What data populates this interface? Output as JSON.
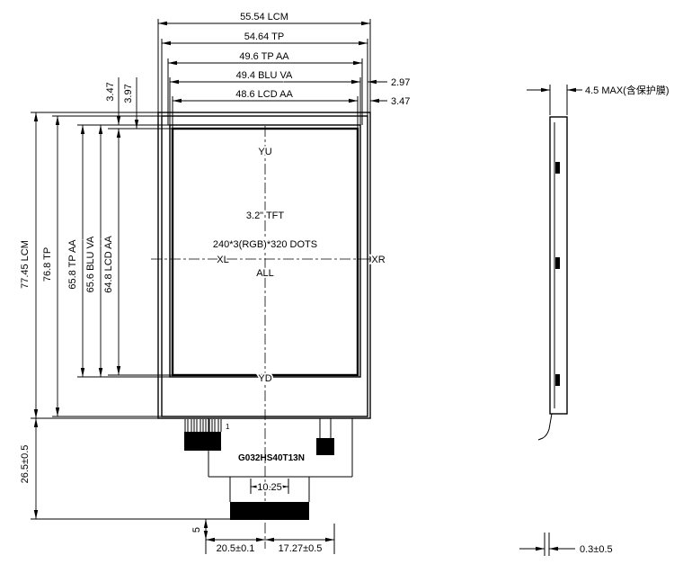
{
  "title": "3.2 inch TFT LCD module outline drawing",
  "front": {
    "top_dims": [
      "55.54 LCM",
      "54.64 TP",
      "49.6 TP AA",
      "49.4 BLU VA",
      "48.6 LCD AA"
    ],
    "right_offsets": [
      "2.97",
      "3.47"
    ],
    "top_left_offsets": [
      "3.47",
      "3.97"
    ],
    "left_dims": [
      "77.45 LCM",
      "76.8 TP",
      "65.8 TP AA",
      "65.6 BLU VA",
      "64.8 LCD AA"
    ],
    "fpc_height_dim": "26.5±0.5",
    "screen": {
      "electrode_top": "YU",
      "electrode_left": "XL",
      "electrode_right": "XR",
      "electrode_bottom": "YD",
      "size_label": "3.2\" TFT",
      "resolution_label": "240*3(RGB)*320 DOTS",
      "all_label": "ALL"
    },
    "part_number": "G032HS40T13N",
    "pin_one_label": "1",
    "bottom_dims": {
      "inner_width": "10.25",
      "connector_width": "20.5±0.1",
      "connector_offset": "17.27±0.5",
      "tail_height": "5"
    }
  },
  "side": {
    "thickness_dim": "4.5 MAX(含保护膜)",
    "fpc_thickness_dim": "0.3±0.5"
  },
  "colors": {
    "background": "#ffffff",
    "line": "#000000"
  }
}
